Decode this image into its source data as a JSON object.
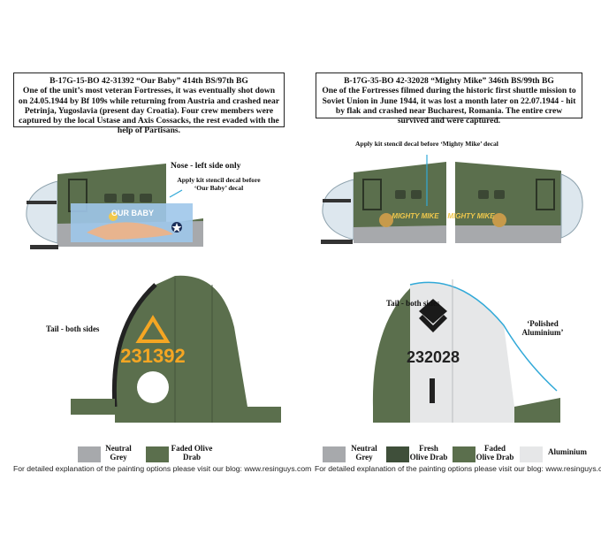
{
  "left": {
    "title": "B-17G-15-BO 42-31392 “Our Baby” 414th BS/97th BG",
    "desc": "One of the unit’s most veteran Fortresses, it was eventually shot down on 24.05.1944 by Bf 109s while returning from Austria and crashed near Petrinja, Yugoslavia (present day Croatia). Four crew members were captured by the local Ustase and Axis Cossacks, the rest evaded with the help of Partisans.",
    "nose_label": "Nose - left side only",
    "stencil_note": "Apply kit stencil decal before ‘Our Baby’ decal",
    "nose_art": "OUR BABY",
    "tail_label": "Tail - both sides",
    "tail_number": "231392",
    "swatches": [
      {
        "label": "Neutral Grey",
        "color": "#a7a9ac"
      },
      {
        "label": "Faded Olive Drab",
        "color": "#5b6f4d"
      }
    ],
    "footer": "For detailed explanation of the painting options please visit our blog: www.resinguys.com"
  },
  "right": {
    "title": "B-17G-35-BO 42-32028 “Mighty Mike” 346th BS/99th BG",
    "desc": "One of the Fortresses filmed during the historic first shuttle mission to Soviet Union in June 1944, it was lost a month later on 22.07.1944 - hit by flak and crashed near Bucharest, Romania. The entire crew survived and were captured.",
    "stencil_note": "Apply kit stencil decal before ‘Mighty Mike’ decal",
    "nose_art": "MIGHTY MIKE",
    "tail_label": "Tail - both sides",
    "aluminium_note": "‘Polished Aluminium’",
    "tail_number": "232028",
    "swatches": [
      {
        "label": "Neutral Grey",
        "color": "#a7a9ac"
      },
      {
        "label": "Fresh Olive Drab",
        "color": "#3f4f3a"
      },
      {
        "label": "Faded Olive Drab",
        "color": "#5b6f4d"
      },
      {
        "label": "Aluminium",
        "color": "#e6e7e8"
      }
    ],
    "footer": "For detailed explanation of the painting options please visit our blog: www.resinguys.com"
  }
}
